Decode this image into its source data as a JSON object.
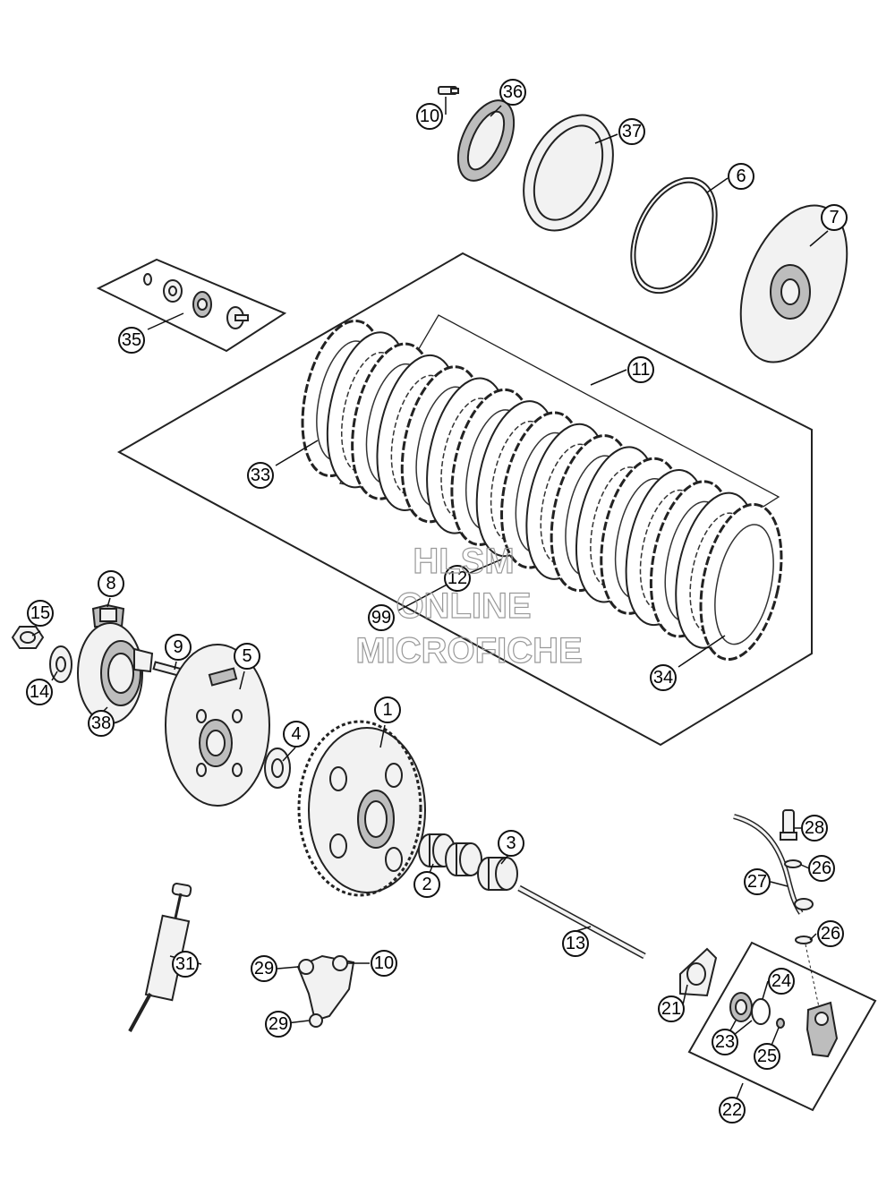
{
  "watermark": {
    "line1": "HLSM",
    "line2": "ONLINE",
    "line3": "MICROFICHE"
  },
  "callouts": {
    "c1": "1",
    "c2": "2",
    "c3": "3",
    "c4": "4",
    "c5": "5",
    "c6": "6",
    "c7": "7",
    "c8": "8",
    "c9": "9",
    "c10a": "10",
    "c10b": "10",
    "c11": "11",
    "c12": "12",
    "c13": "13",
    "c14": "14",
    "c15": "15",
    "c21": "21",
    "c22": "22",
    "c23": "23",
    "c24": "24",
    "c25": "25",
    "c26a": "26",
    "c26b": "26",
    "c27": "27",
    "c28": "28",
    "c29a": "29",
    "c29b": "29",
    "c31": "31",
    "c33": "33",
    "c34": "34",
    "c35": "35",
    "c36": "36",
    "c37": "37",
    "c38": "38",
    "c99": "99"
  }
}
